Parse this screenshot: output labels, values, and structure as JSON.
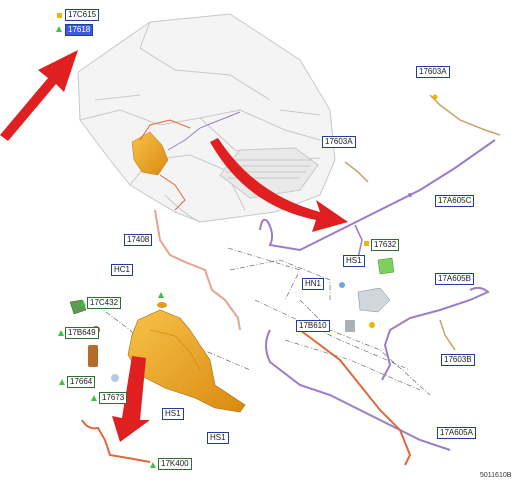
{
  "legend": [
    {
      "code": "17C615",
      "marker": "square",
      "color": "#f0b400"
    },
    {
      "code": "17618",
      "marker": "triangle",
      "color": "#3cc43c"
    }
  ],
  "labels": {
    "l17603A_top": "17603A",
    "l17603A_mid": "17603A",
    "l17A605C": "17A605C",
    "l17408": "17408",
    "l17632": "17632",
    "lHC1": "HC1",
    "lHS1_a": "HS1",
    "lHN1": "HN1",
    "l17A605B": "17A605B",
    "l17C432": "17C432",
    "l17B649": "17B649",
    "l17B610": "17B610",
    "l17603B": "17603B",
    "l17664": "17664",
    "l17673": "17673",
    "lHS1_b": "HS1",
    "lHS1_c": "HS1",
    "l17A605A": "17A605A",
    "l17K400": "17K400"
  },
  "diagram_code": "5011610B",
  "colors": {
    "arrow": "#e02020",
    "label_border": "#1f3e9a",
    "hose_purple": "#9a7cc8",
    "hose_orange": "#e0683c",
    "reservoir": "#f2a623",
    "car_line": "#c8c8c8"
  }
}
